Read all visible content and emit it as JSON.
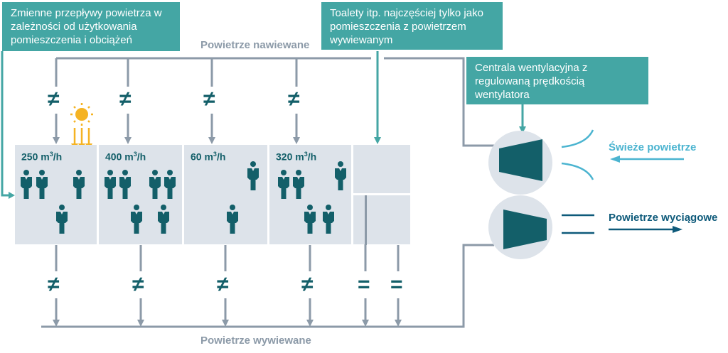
{
  "callouts": {
    "variable_flows": "Zmienne przepływy powietrza w zależności od użytkowania pomieszczenia i obciążeń",
    "toilets": "Toalety itp. najczęściej tylko jako pomieszczenia z powietrzem wywiewanym",
    "ahu": "Centrala wentylacyjna z regulowaną prędkością wentylatora"
  },
  "labels": {
    "supply_air": "Powietrze nawiewane",
    "extract_air": "Powietrze wywiewane",
    "fresh_air": "Świeże powietrze",
    "exhaust_air": "Powietrze wyciągowe"
  },
  "rooms": [
    {
      "flow": "250",
      "unit": "m",
      "unit_sup": "3",
      "unit_tail": "/h",
      "people": 4,
      "sun": true
    },
    {
      "flow": "400",
      "unit": "m",
      "unit_sup": "3",
      "unit_tail": "/h",
      "people": 6,
      "sun": false
    },
    {
      "flow": "60",
      "unit": "m",
      "unit_sup": "3",
      "unit_tail": "/h",
      "people": 2,
      "sun": false
    },
    {
      "flow": "320",
      "unit": "m",
      "unit_sup": "3",
      "unit_tail": "/h",
      "people": 5,
      "sun": false
    }
  ],
  "symbols": {
    "not_equal": "≠",
    "equal": "="
  },
  "colors": {
    "callout": "#44a6a4",
    "figure": "#135f69",
    "line": "#8c9aa8",
    "room": "#dde3ea",
    "sun": "#f5b323",
    "fresh": "#4bb4d0",
    "exhaust": "#0e5a7a"
  }
}
